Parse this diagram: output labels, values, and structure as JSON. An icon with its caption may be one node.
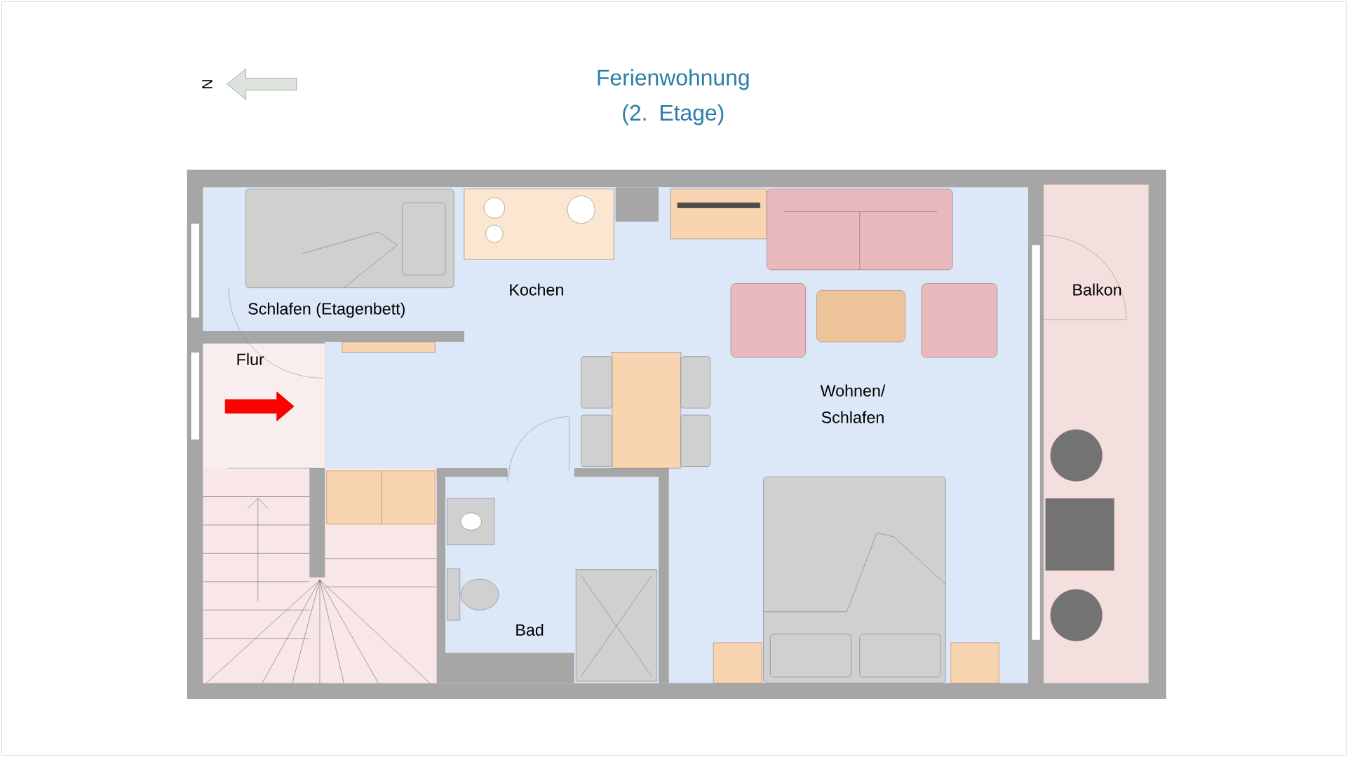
{
  "diagram": {
    "title": "Ferienwohnung (2. Etage)",
    "nodes": [
      {
        "text": [
          "Schlafen (Etagenbett)"
        ]
      },
      {
        "text": [
          "Kochen"
        ]
      },
      {
        "text": [
          "Flur"
        ]
      },
      {
        "text": [
          "Wohnen/ Schlafen"
        ]
      },
      {
        "text": [
          "Bad"
        ]
      },
      {
        "text": [
          "Balkon"
        ]
      }
    ],
    "labels": [
      "N"
    ]
  }
}
